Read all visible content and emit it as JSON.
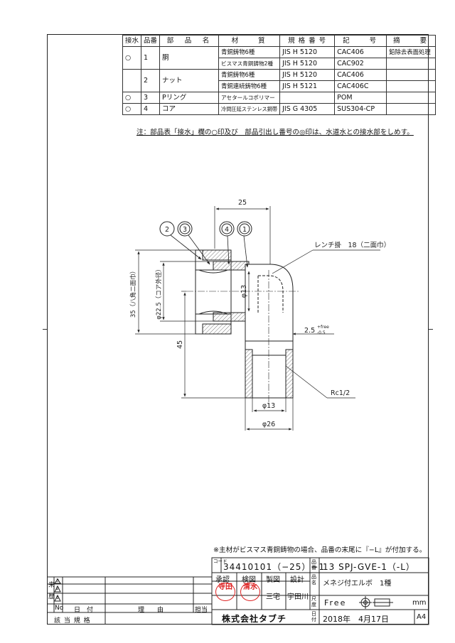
{
  "parts_table": {
    "headers": [
      "接水",
      "品番",
      "部　品　名",
      "材　　質",
      "規 格 番 号",
      "記　　号",
      "摘　　要"
    ],
    "rows": [
      {
        "water": "○",
        "no": "1",
        "name": "胴",
        "materials": [
          {
            "material": "青銅鋳物6種",
            "standard": "JIS H 5120",
            "symbol": "CAC406",
            "remark": "鉛除去表面処理"
          },
          {
            "material": "ビスマス青銅鋳物2種",
            "standard": "JIS H 5120",
            "symbol": "CAC902",
            "remark": ""
          }
        ]
      },
      {
        "water": "",
        "no": "2",
        "name": "ナット",
        "materials": [
          {
            "material": "青銅鋳物6種",
            "standard": "JIS H 5120",
            "symbol": "CAC406",
            "remark": ""
          },
          {
            "material": "青銅連続鋳物6種",
            "standard": "JIS H 5121",
            "symbol": "CAC406C",
            "remark": ""
          }
        ]
      },
      {
        "water": "○",
        "no": "3",
        "name": "Pリング",
        "materials": [
          {
            "material": "アセタールコポリマー",
            "standard": "",
            "symbol": "POM",
            "remark": ""
          }
        ]
      },
      {
        "water": "○",
        "no": "4",
        "name": "コア",
        "materials": [
          {
            "material": "冷間圧延ステンレス鋼帯",
            "standard": "JIS G 4305",
            "symbol": "SUS304-CP",
            "remark": ""
          }
        ]
      }
    ]
  },
  "note_top": "注：部品表「接水」欄の○印及び　部品引出し番号の◎印は、水道水との接水部をしめす。",
  "note_bottom": "※主材がビスマス青銅鋳物の場合、品番の末尾に『−L』が付加する。",
  "drawing": {
    "balloons": [
      "2",
      "3",
      "4",
      "1"
    ],
    "dim_25": "25",
    "wrench": "レンチ掛　18（二面巾）",
    "dim_35": "35（八角二面巾）",
    "dim_225": "φ22.5（コア外径）",
    "dim_13_inner": "φ13",
    "dim_45": "45",
    "dim_25_tol": "2.5",
    "tol_plus": "+free",
    "tol_minus": "-0.5",
    "thread": "Rc1/2",
    "dim_13_bottom": "φ13",
    "dim_26": "φ26"
  },
  "title_block": {
    "code_label": "コード",
    "code": "34410101（−25）−1",
    "product_no_label": "品番",
    "product_no": "13 SPJ-GVE-1（-L）",
    "approve": "承認",
    "inspect": "検図",
    "draft": "製図",
    "design": "設計",
    "product_name_label": "品名",
    "product_name": "メネジ付エルボ　1種",
    "stamp1": "寺田",
    "stamp2": "清水",
    "drafter": "三宅",
    "designer": "宇田川",
    "scale_label": "尺度",
    "scale": "Free",
    "unit": "mm",
    "company": "株式会社タブチ",
    "date_label": "日付",
    "date": "2018年　4月17日",
    "paper": "A4"
  },
  "revision_block": {
    "history_label": "来歴",
    "rev3": "3",
    "rev2": "2",
    "rev1": "1",
    "no": "No",
    "date": "日　付",
    "reason": "理　　由",
    "person": "担当",
    "applicable": "該 当 規 格"
  }
}
